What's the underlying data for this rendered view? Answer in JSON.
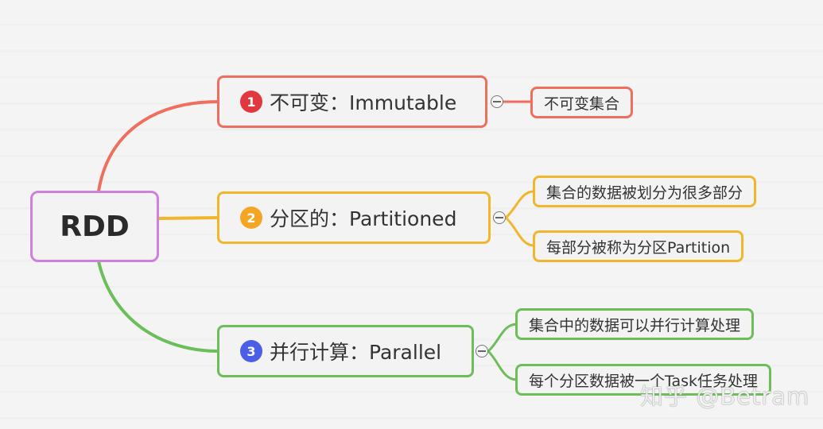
{
  "root": {
    "label": "RDD",
    "color": "#cf7fdd"
  },
  "topics": [
    {
      "number": "1",
      "label": "不可变：Immutable",
      "color": "#ef6f5e",
      "badge_color": "#e0383e",
      "children": [
        {
          "label": "不可变集合"
        }
      ]
    },
    {
      "number": "2",
      "label": "分区的：Partitioned",
      "color": "#f2b62c",
      "badge_color": "#f4a524",
      "children": [
        {
          "label": "集合的数据被划分为很多部分"
        },
        {
          "label": "每部分被称为分区Partition"
        }
      ]
    },
    {
      "number": "3",
      "label": "并行计算：Parallel",
      "color": "#6cbf58",
      "badge_color": "#4b5ee8",
      "children": [
        {
          "label": "集合中的数据可以并行计算处理"
        },
        {
          "label": "每个分区数据被一个Task任务处理"
        }
      ]
    }
  ],
  "watermark": "知乎 @Betram"
}
